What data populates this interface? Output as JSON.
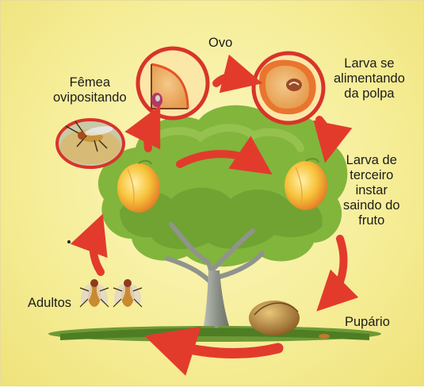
{
  "diagram": {
    "labels": {
      "egg": "Ovo",
      "female": "Fêmea\novipositando",
      "larva_feeding": "Larva se\nalimentando\nda polpa",
      "larva_third": "Larva de\nterceiro\ninstar\nsaindo do\nfruto",
      "pupa": "Pupário",
      "adults": "Adultos"
    },
    "colors": {
      "arrow": "#e23b2c",
      "circle_border": "#d8342a",
      "foliage": "#7fb23a",
      "foliage_dark": "#5c8f26",
      "trunk": "#8f948c",
      "ground": "#5a8a2a",
      "peach": "#f7c23a",
      "peach_blush": "#e8772a"
    },
    "icons": [
      "fly-icon",
      "peach-icon",
      "pupa-icon",
      "tree-icon"
    ]
  }
}
